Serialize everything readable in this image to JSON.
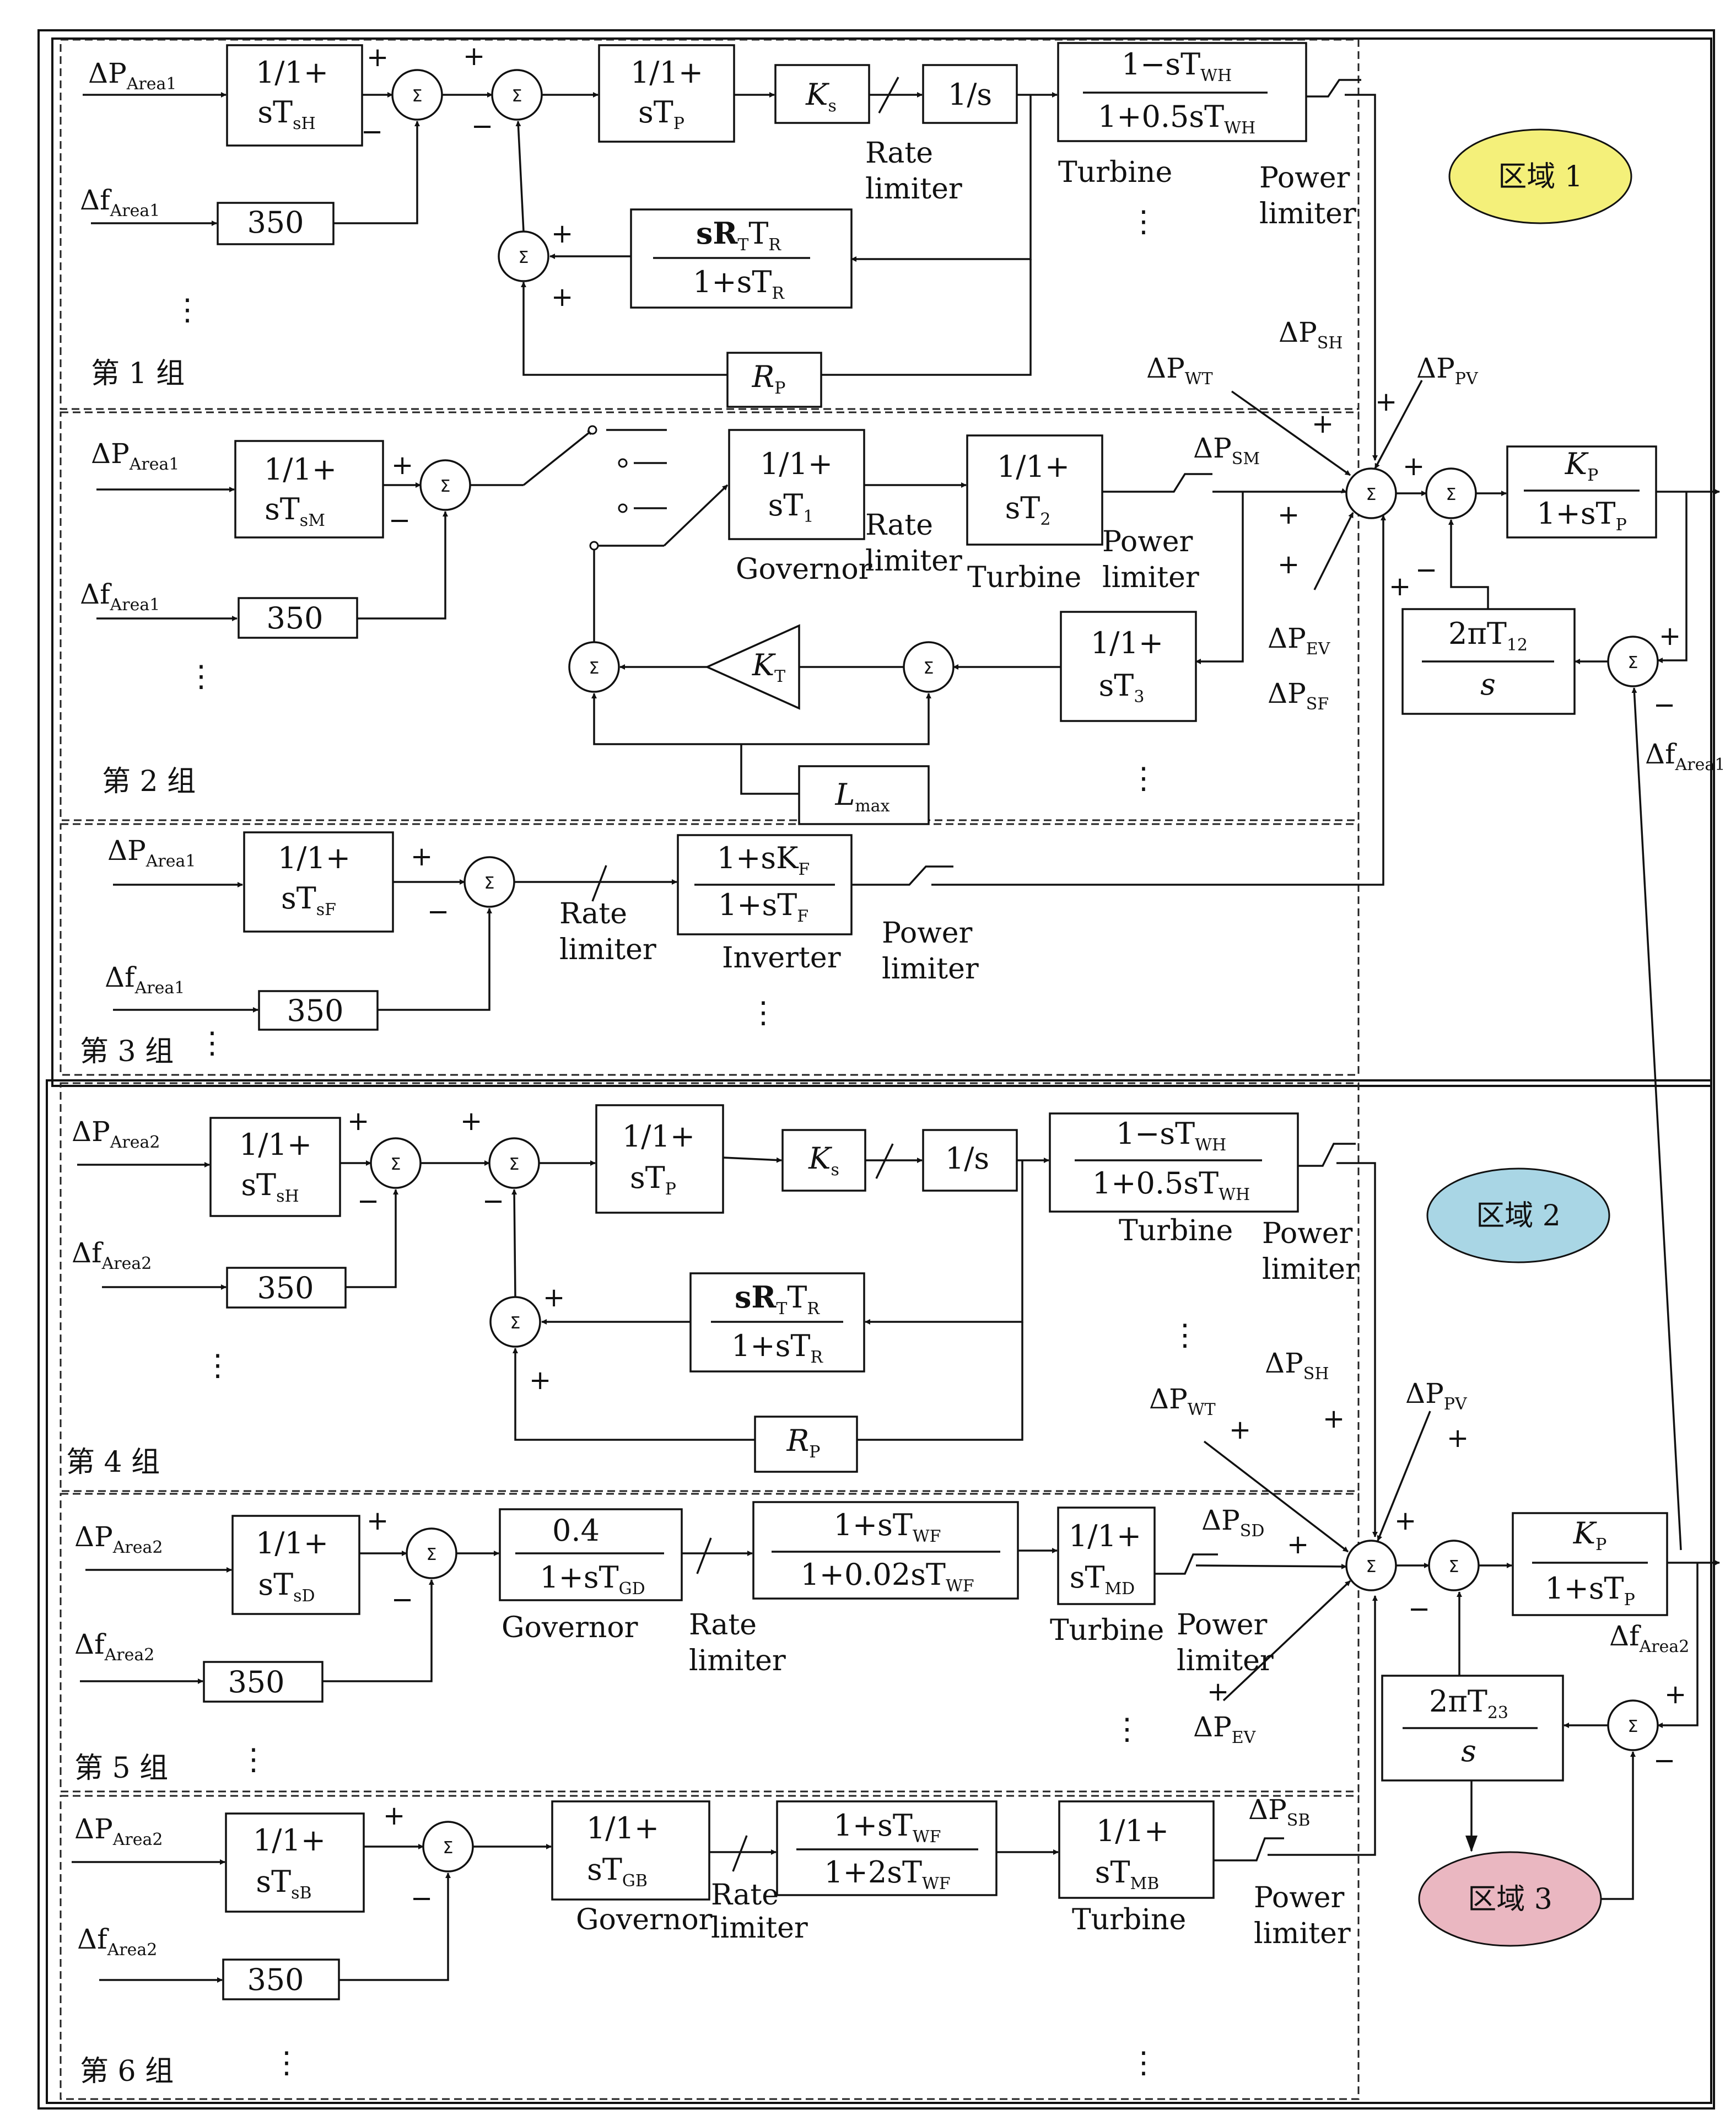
{
  "areas": {
    "area1": {
      "label": "区域 1",
      "color": "#f4f07a"
    },
    "area2": {
      "label": "区域 2",
      "color": "#a9d6e5"
    },
    "area3": {
      "label": "区域 3",
      "color": "#eab7c1"
    }
  },
  "groups": [
    "第 1 组",
    "第 2 组",
    "第 3 组",
    "第 4 组",
    "第 5 组",
    "第 6 组"
  ],
  "labels": {
    "turbine": "Turbine",
    "governor": "Governor",
    "inverter": "Inverter",
    "rate": "Rate",
    "limiter": "limiter",
    "power": "Power",
    "ellipsis": "⋮"
  },
  "blocks": {
    "g1_tsh": [
      "1/1+",
      "sT",
      "sH"
    ],
    "g1_tp": [
      "1/1+",
      "sT",
      "P"
    ],
    "ks": [
      "K",
      "s"
    ],
    "integ": "1/s",
    "g1_wh_num": [
      "1−sT",
      "WH"
    ],
    "g1_wh_den": [
      "1+0.5sT",
      "WH"
    ],
    "rt_num": [
      "sR",
      "T",
      "T",
      "R"
    ],
    "rt_den": [
      "1+sT",
      "R"
    ],
    "rp": [
      "R",
      "P"
    ],
    "g2_tsm": [
      "1/1+",
      "sT",
      "sM"
    ],
    "t1": [
      "1/1+",
      "sT",
      "1"
    ],
    "t2": [
      "1/1+",
      "sT",
      "2"
    ],
    "t3": [
      "1/1+",
      "sT",
      "3"
    ],
    "kt": [
      "K",
      "T"
    ],
    "lmax": [
      "L",
      "max"
    ],
    "g3_tsf": [
      "1/1+",
      "sT",
      "sF"
    ],
    "g3_kf_num": [
      "1+sK",
      "F"
    ],
    "g3_kf_den": [
      "1+sT",
      "F"
    ],
    "gain": "350",
    "kp_num": [
      "K",
      "P"
    ],
    "kp_den": [
      "1+sT",
      "P"
    ],
    "t12": [
      "2πT",
      "12"
    ],
    "t23": [
      "2πT",
      "23"
    ],
    "s": "s",
    "g5_tsd": [
      "1/1+",
      "sT",
      "sD"
    ],
    "g5_gd_num": "0.4",
    "g5_gd_den": [
      "1+sT",
      "GD"
    ],
    "g5_wf_num": [
      "1+sT",
      "WF"
    ],
    "g5_wf_den": [
      "1+0.02sT",
      "WF"
    ],
    "g5_md": [
      "1/1+",
      "sT",
      "MD"
    ],
    "g6_tsb": [
      "1/1+",
      "sT",
      "sB"
    ],
    "g6_gb": [
      "1/1+",
      "sT",
      "GB"
    ],
    "g6_wf_num": [
      "1+sT",
      "WF"
    ],
    "g6_wf_den": [
      "1+2sT",
      "WF"
    ],
    "g6_mb": [
      "1/1+",
      "sT",
      "MB"
    ]
  },
  "signals": {
    "dP": "ΔP",
    "df": "Δf",
    "area1": "Area1",
    "area2": "Area2",
    "sh": "SH",
    "wt": "WT",
    "pv": "PV",
    "sm": "SM",
    "ev": "EV",
    "sf": "SF",
    "sd": "SD",
    "sb": "SB"
  },
  "symbols": {
    "sigma": "Σ",
    "plus": "+",
    "minus": "−"
  }
}
